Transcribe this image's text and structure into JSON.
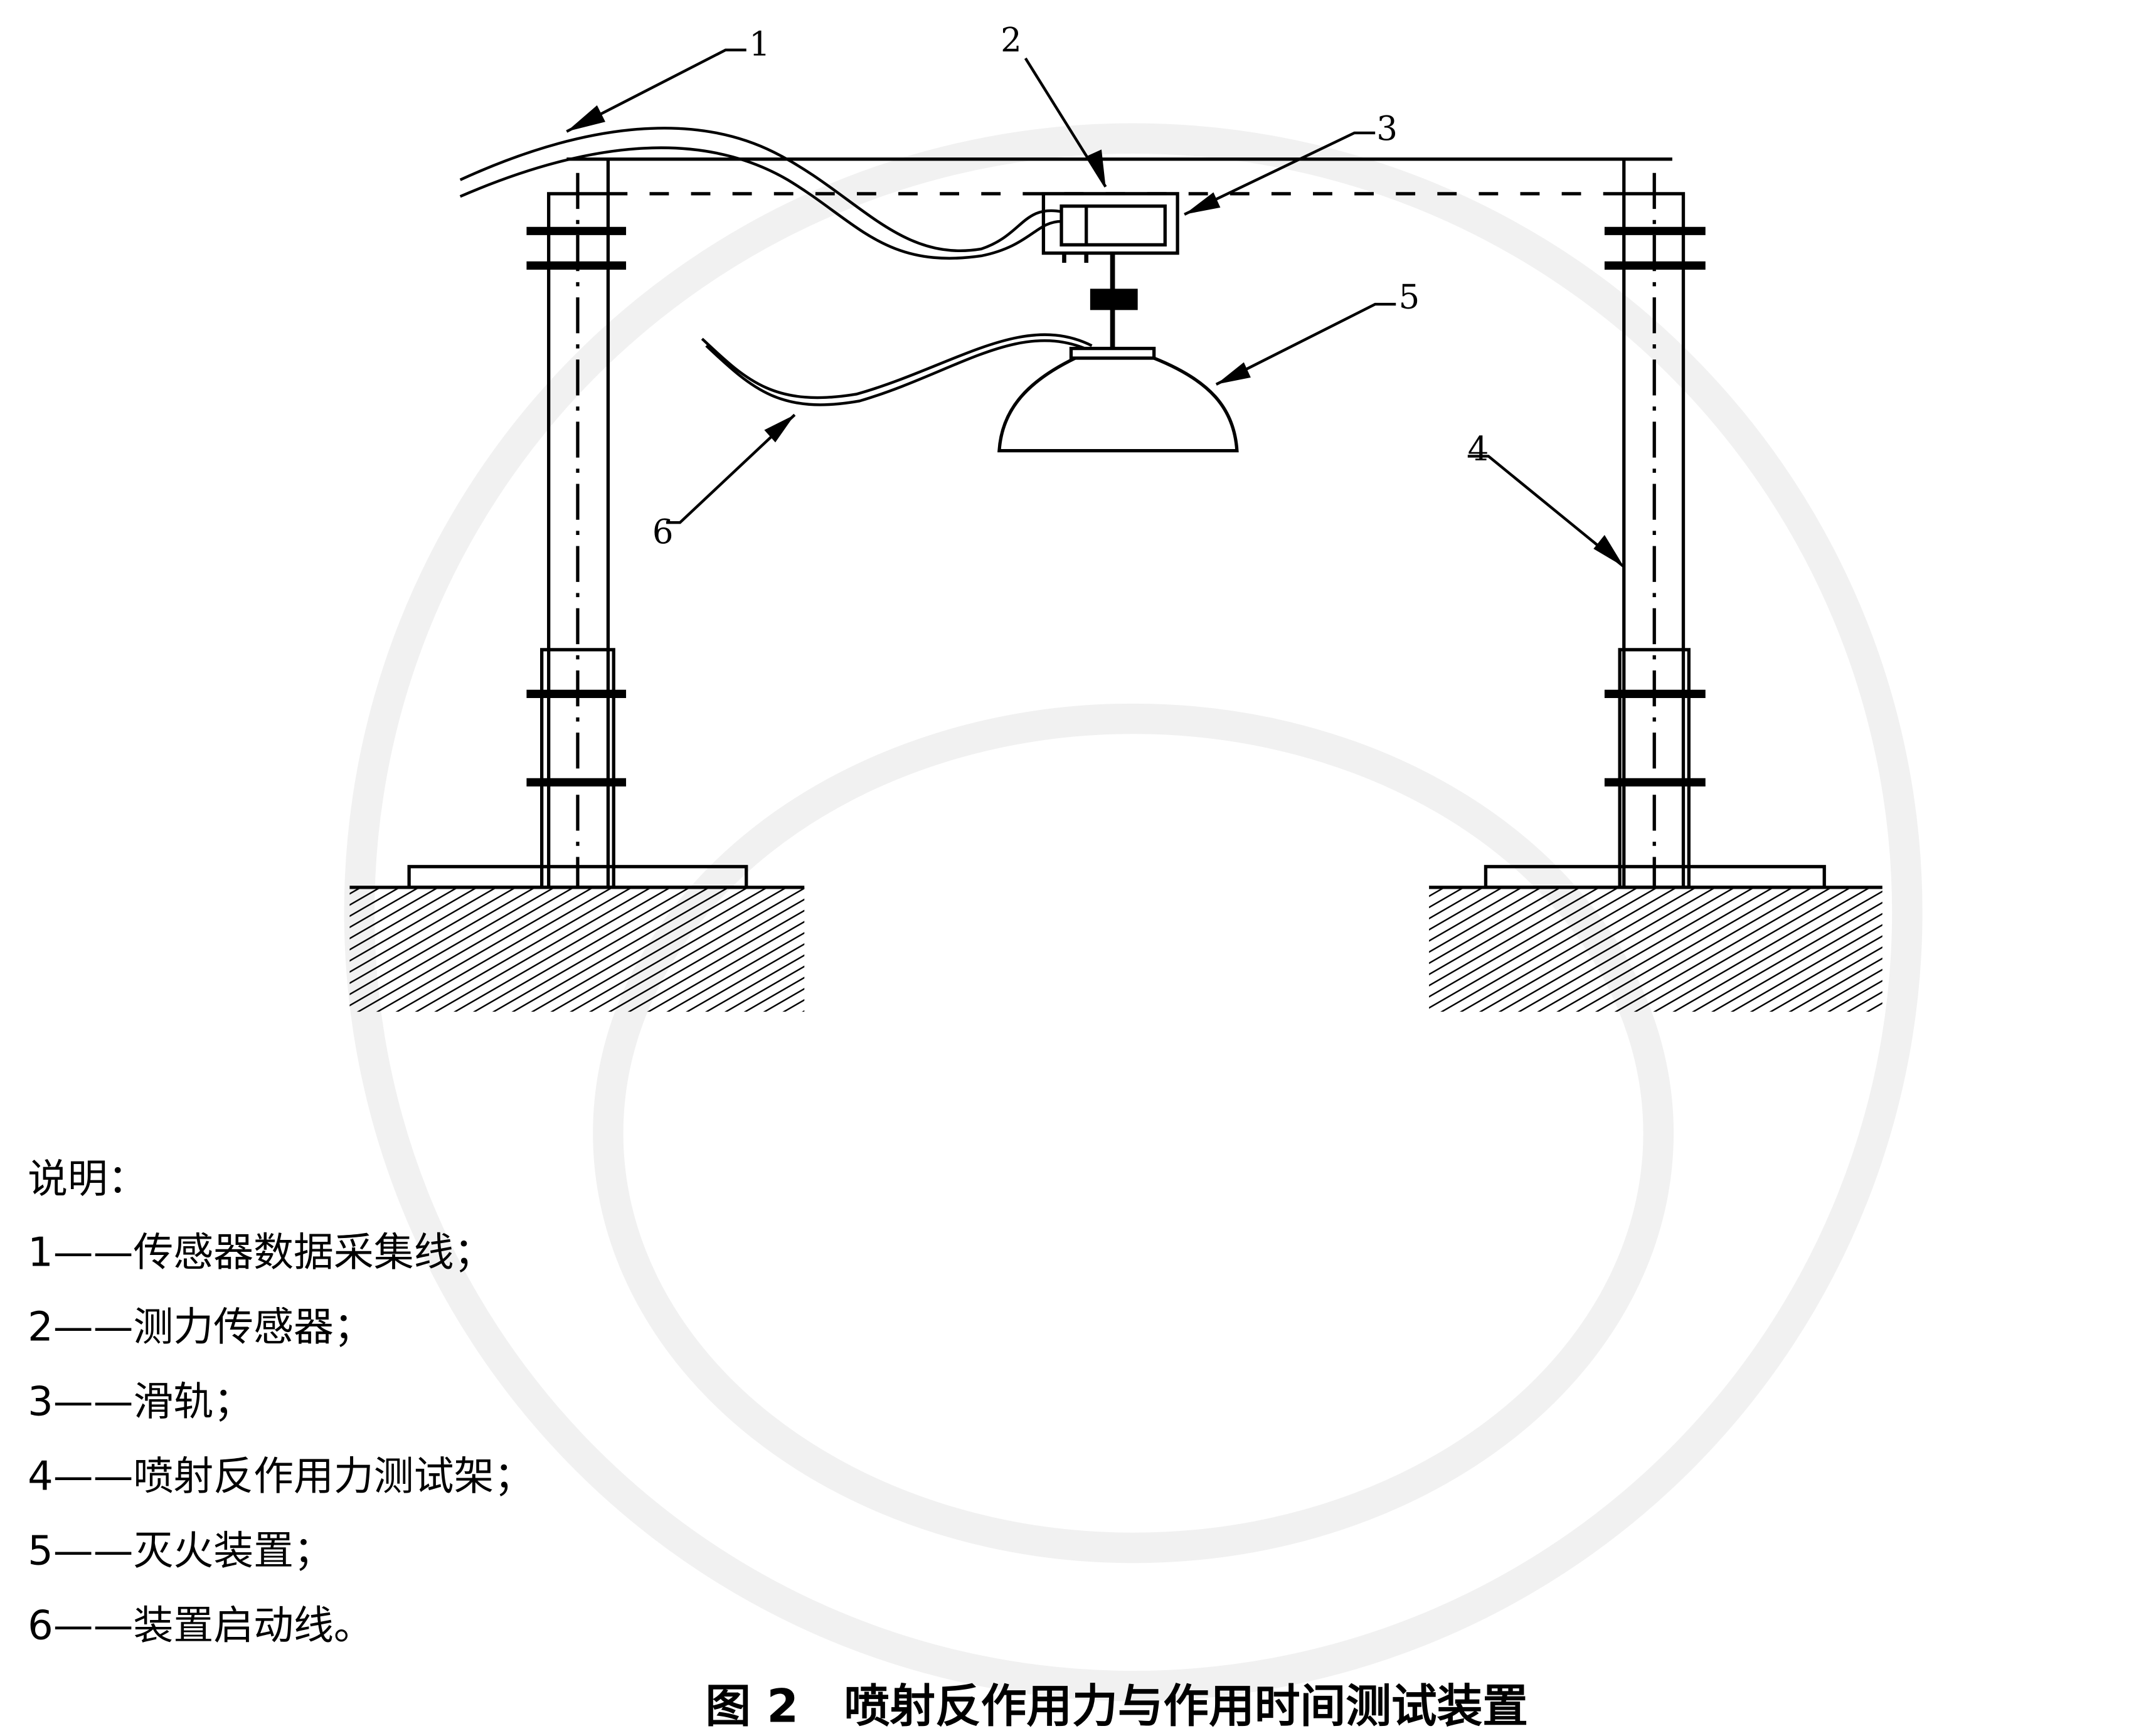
{
  "callouts": [
    "1",
    "2",
    "3",
    "4",
    "5",
    "6"
  ],
  "legend": {
    "heading": "说明：",
    "items": [
      "1——传感器数据采集线；",
      "2——测力传感器；",
      "3——滑轨；",
      "4——喷射反作用力测试架；",
      "5——灭火装置；",
      "6——装置启动线。"
    ]
  },
  "caption": "图 2　喷射反作用力与作用时间测试装置",
  "colors": {
    "ink": "#000000",
    "watermark": "#f2f2f2"
  }
}
